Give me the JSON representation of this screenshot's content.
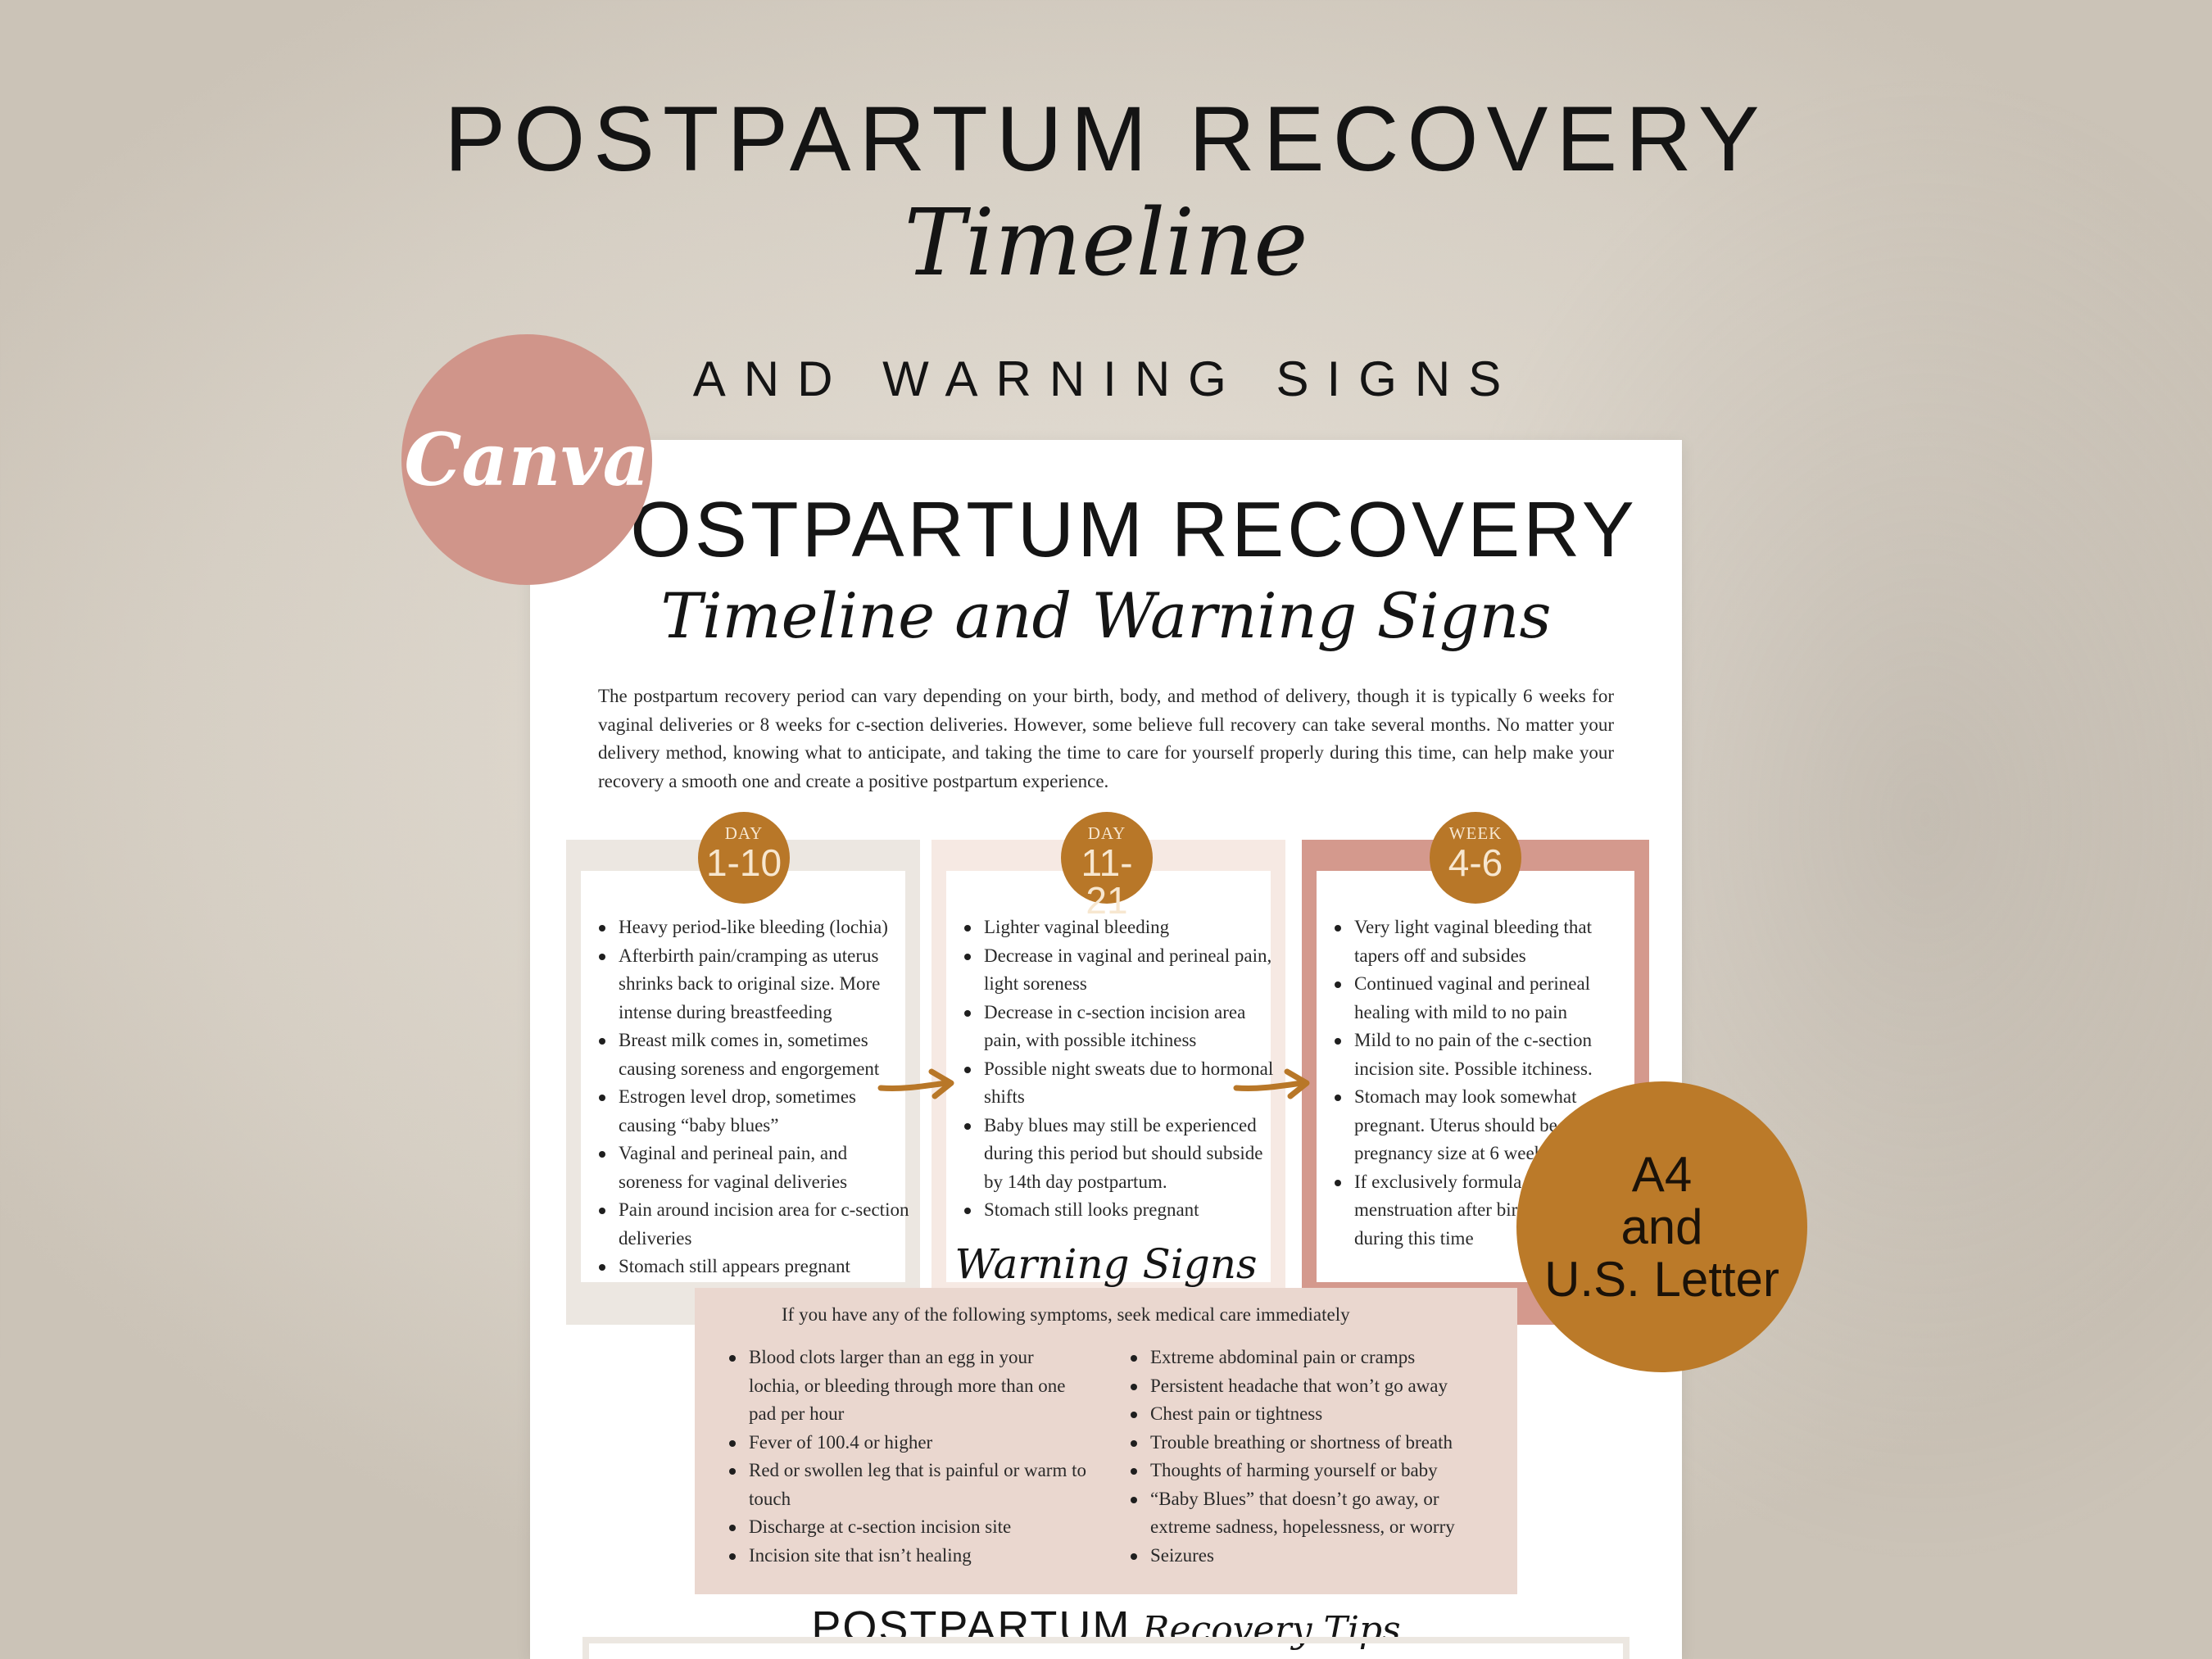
{
  "header": {
    "line1": "POSTPARTUM RECOVERY",
    "line2": "Timeline",
    "line3": "AND WARNING SIGNS"
  },
  "badges": {
    "canva": "Canva",
    "size_line1": "A4",
    "size_line2": "and",
    "size_line3": "U.S. Letter"
  },
  "document": {
    "title": "POSTPARTUM RECOVERY",
    "subtitle": "Timeline and Warning Signs",
    "intro": "The postpartum recovery period can vary depending on your birth, body, and method of delivery, though it is typically 6 weeks for vaginal deliveries or 8 weeks for c-section deliveries. However, some believe full recovery can take several months. No matter your delivery method, knowing what to anticipate, and taking the time to care for yourself properly during this time, can help make your recovery a smooth one and create a positive postpartum experience.",
    "stages": [
      {
        "label": "DAY",
        "range": "1-10",
        "items": [
          "Heavy period-like bleeding (lochia)",
          "Afterbirth pain/cramping as uterus shrinks back to original size. More intense during breastfeeding",
          "Breast milk comes in, sometimes causing soreness and engorgement",
          "Estrogen level drop, sometimes causing “baby blues”",
          "Vaginal and perineal pain, and soreness for vaginal deliveries",
          "Pain around incision area for c-section deliveries",
          "Stomach still appears pregnant"
        ]
      },
      {
        "label": "DAY",
        "range": "11-21",
        "items": [
          "Lighter vaginal bleeding",
          "Decrease in vaginal and perineal pain, light soreness",
          "Decrease in c-section incision area pain, with possible itchiness",
          "Possible night sweats due to hormonal shifts",
          "Baby blues may still be experienced during this period but should subside by 14th day postpartum.",
          "Stomach still looks pregnant"
        ]
      },
      {
        "label": "WEEK",
        "range": "4-6",
        "items": [
          "Very light vaginal bleeding that tapers off and subsides",
          "Continued vaginal and perineal healing with mild to no pain",
          "Mild to no pain of the c-section incision site. Possible itchiness.",
          "Stomach may look somewhat pregnant. Uterus should be pregnancy size at 6 weeks",
          "If exclusively formula feeding, first menstruation after birth may occur during this time"
        ]
      }
    ],
    "warning": {
      "title": "Warning Signs",
      "intro": "If you have any of the following symptoms, seek medical care immediately",
      "left": [
        "Blood clots larger than an egg in your lochia, or bleeding through more than one pad per hour",
        "Fever of 100.4 or higher",
        "Red or swollen leg that is painful or warm to touch",
        "Discharge at c-section incision site",
        "Incision site that isn’t healing"
      ],
      "right": [
        "Extreme abdominal pain or cramps",
        "Persistent headache that won’t go away",
        "Chest pain or tightness",
        "Trouble breathing or shortness of breath",
        "Thoughts of harming yourself or baby",
        "“Baby Blues” that doesn’t go away, or extreme sadness, hopelessness, or worry",
        "Seizures"
      ]
    },
    "tips": {
      "title_a": "POSTPARTUM",
      "title_b": "Recovery Tips"
    }
  },
  "colors": {
    "stage1_frame": "#ece7e1",
    "stage2_frame": "#f6e9e3",
    "stage3_frame": "#d4998d",
    "badge": "#b87728",
    "warning_bg": "#ead7cf",
    "canva_badge": "#d0958a",
    "size_badge": "#bb7a29"
  }
}
